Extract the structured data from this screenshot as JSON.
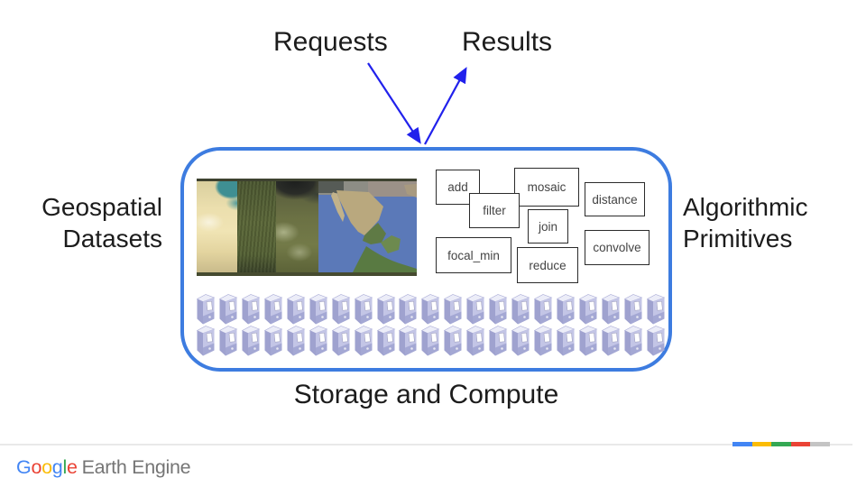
{
  "top": {
    "requests": "Requests",
    "results": "Results"
  },
  "left_label": {
    "line1": "Geospatial",
    "line2": "Datasets"
  },
  "right_label": {
    "line1": "Algorithmic",
    "line2": "Primitives"
  },
  "bottom_label": "Storage and Compute",
  "primitives": [
    {
      "label": "add"
    },
    {
      "label": "mosaic"
    },
    {
      "label": "distance"
    },
    {
      "label": "filter"
    },
    {
      "label": "join"
    },
    {
      "label": "convolve"
    },
    {
      "label": "focal_min"
    },
    {
      "label": "reduce"
    }
  ],
  "servers": {
    "rows": 2,
    "per_row": 21
  },
  "logo": {
    "letters": [
      [
        "G",
        "#4285F4"
      ],
      [
        "o",
        "#EA4335"
      ],
      [
        "o",
        "#FBBC05"
      ],
      [
        "g",
        "#4285F4"
      ],
      [
        "l",
        "#34A853"
      ],
      [
        "e",
        "#EA4335"
      ]
    ],
    "product": "Earth Engine"
  },
  "footer_bars": [
    "#4285F4",
    "#FBBC05",
    "#34A853",
    "#EA4335",
    "#C4C4C4"
  ],
  "colors": {
    "frame_border": "#3D7CE0",
    "arrow": "#2121EC"
  }
}
